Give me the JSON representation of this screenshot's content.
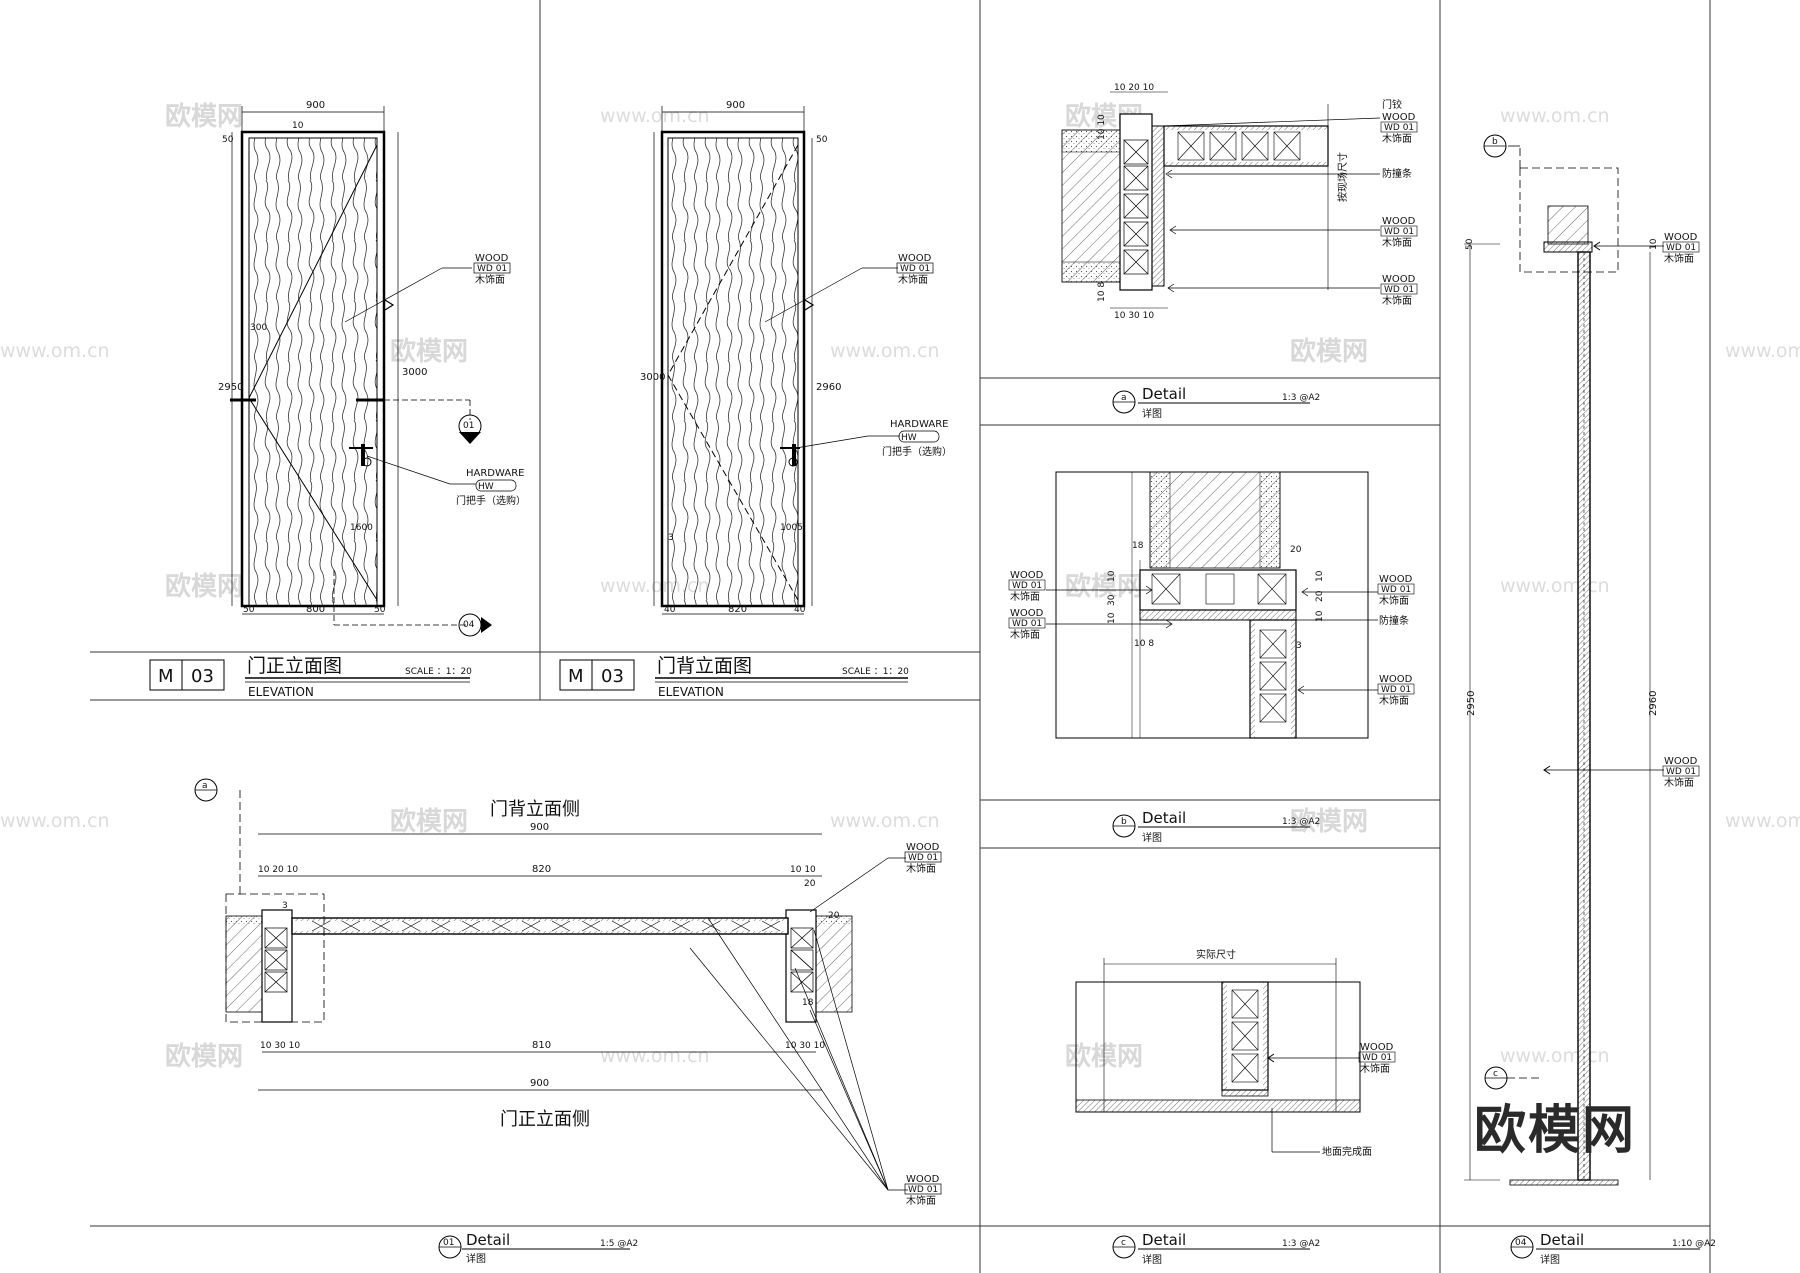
{
  "watermarks": {
    "brand": "欧模网",
    "site": "www.om.cn",
    "site_alt": "www.om.cn"
  },
  "main_mark": "欧模网",
  "panels": {
    "front": {
      "tag_m": "M",
      "tag_num": "03",
      "title": "门正立面图",
      "subtitle": "ELEVATION",
      "scale": "SCALE ：1：20",
      "dims": {
        "top": "900",
        "top_offset": "50",
        "frame": "10",
        "left": "2950",
        "right": "3000",
        "bottom_l": "50",
        "bottom_m": "800",
        "bottom_r": "50",
        "h1": "1600",
        "h2": "300"
      },
      "wood": {
        "code": "WOOD",
        "id": "WD 01",
        "cn": "木饰面"
      },
      "hw": {
        "code": "HARDWARE",
        "id": "HW",
        "cn": "门把手（选购）"
      },
      "callout_01": "01",
      "callout_04": "04"
    },
    "back": {
      "tag_m": "M",
      "tag_num": "03",
      "title": "门背立面图",
      "subtitle": "ELEVATION",
      "scale": "SCALE ：1：20",
      "dims": {
        "top": "900",
        "top_offset": "50",
        "left": "3000",
        "right": "2960",
        "bottom_l": "40",
        "bottom_m": "820",
        "bottom_r": "40",
        "h1": "1005",
        "h2": "3"
      },
      "wood": {
        "code": "WOOD",
        "id": "WD 01",
        "cn": "木饰面"
      },
      "hw": {
        "code": "HARDWARE",
        "id": "HW",
        "cn": "门把手（选购）"
      }
    },
    "plan": {
      "label_top": "门背立面侧",
      "label_bottom": "门正立面侧",
      "dims": {
        "top_total": "900",
        "top_l": "10 20 10",
        "top_m": "820",
        "top_r": "10 10",
        "top_r2": "20",
        "three": "3",
        "bot_l": "10 30 10",
        "bot_m": "810",
        "bot_r": "10 30 10",
        "bot_total": "900",
        "v20": "20",
        "v18": "18"
      },
      "wood1": {
        "code": "WOOD",
        "id": "WD 01",
        "cn": "木饰面"
      },
      "wood2": {
        "code": "WOOD",
        "id": "WD 01",
        "cn": "木饰面"
      },
      "callout_a": "a",
      "detail": {
        "num": "01",
        "title": "Detail",
        "cn": "详图",
        "scale": "1:5 @A2"
      }
    },
    "detail_a": {
      "dims_top": "10 20 10",
      "dims_left": "10 10",
      "dims_bot": "10 30 10",
      "dims_bl": "10 8",
      "vtext": "按现场尺寸",
      "labels": [
        {
          "t1": "门铰",
          "t2": "WOOD",
          "t3": "WD 01",
          "t4": "木饰面"
        },
        {
          "t1": "防撞条"
        },
        {
          "t2": "WOOD",
          "t3": "WD 01",
          "t4": "木饰面"
        },
        {
          "t2": "WOOD",
          "t3": "WD 01",
          "t4": "木饰面"
        }
      ],
      "detail": {
        "num": "a",
        "title": "Detail",
        "cn": "详图",
        "scale": "1:3 @A2"
      }
    },
    "detail_b": {
      "d18": "18",
      "d20": "20",
      "d10a": "10",
      "d30": "30",
      "d10b": "10",
      "d108": "10 8",
      "d3": "3",
      "dr10": "10",
      "dr20": "20",
      "dr10b": "10",
      "left1": {
        "code": "WOOD",
        "id": "WD 01",
        "cn": "木饰面"
      },
      "left2": {
        "code": "WOOD",
        "id": "WD 01",
        "cn": "木饰面"
      },
      "right1": {
        "code": "WOOD",
        "id": "WD 01",
        "cn": "木饰面"
      },
      "right_mid": "防撞条",
      "right2": {
        "code": "WOOD",
        "id": "WD 01",
        "cn": "木饰面"
      },
      "detail": {
        "num": "b",
        "title": "Detail",
        "cn": "详图",
        "scale": "1:3 @A2"
      }
    },
    "detail_c": {
      "dim": "实际尺寸",
      "wood": {
        "code": "WOOD",
        "id": "WD 01",
        "cn": "木饰面"
      },
      "floor": "地面完成面",
      "detail": {
        "num": "c",
        "title": "Detail",
        "cn": "详图",
        "scale": "1:3 @A2"
      }
    },
    "section": {
      "left_dim": "2950",
      "right_dim": "2960",
      "top_dim": "50",
      "top_r": "10",
      "wood1": {
        "code": "WOOD",
        "id": "WD 01",
        "cn": "木饰面"
      },
      "wood2": {
        "code": "WOOD",
        "id": "WD 01",
        "cn": "木饰面"
      },
      "callout_b": "b",
      "callout_c": "c",
      "detail": {
        "num": "04",
        "title": "Detail",
        "cn": "详图",
        "scale": "1:10 @A2"
      }
    }
  }
}
